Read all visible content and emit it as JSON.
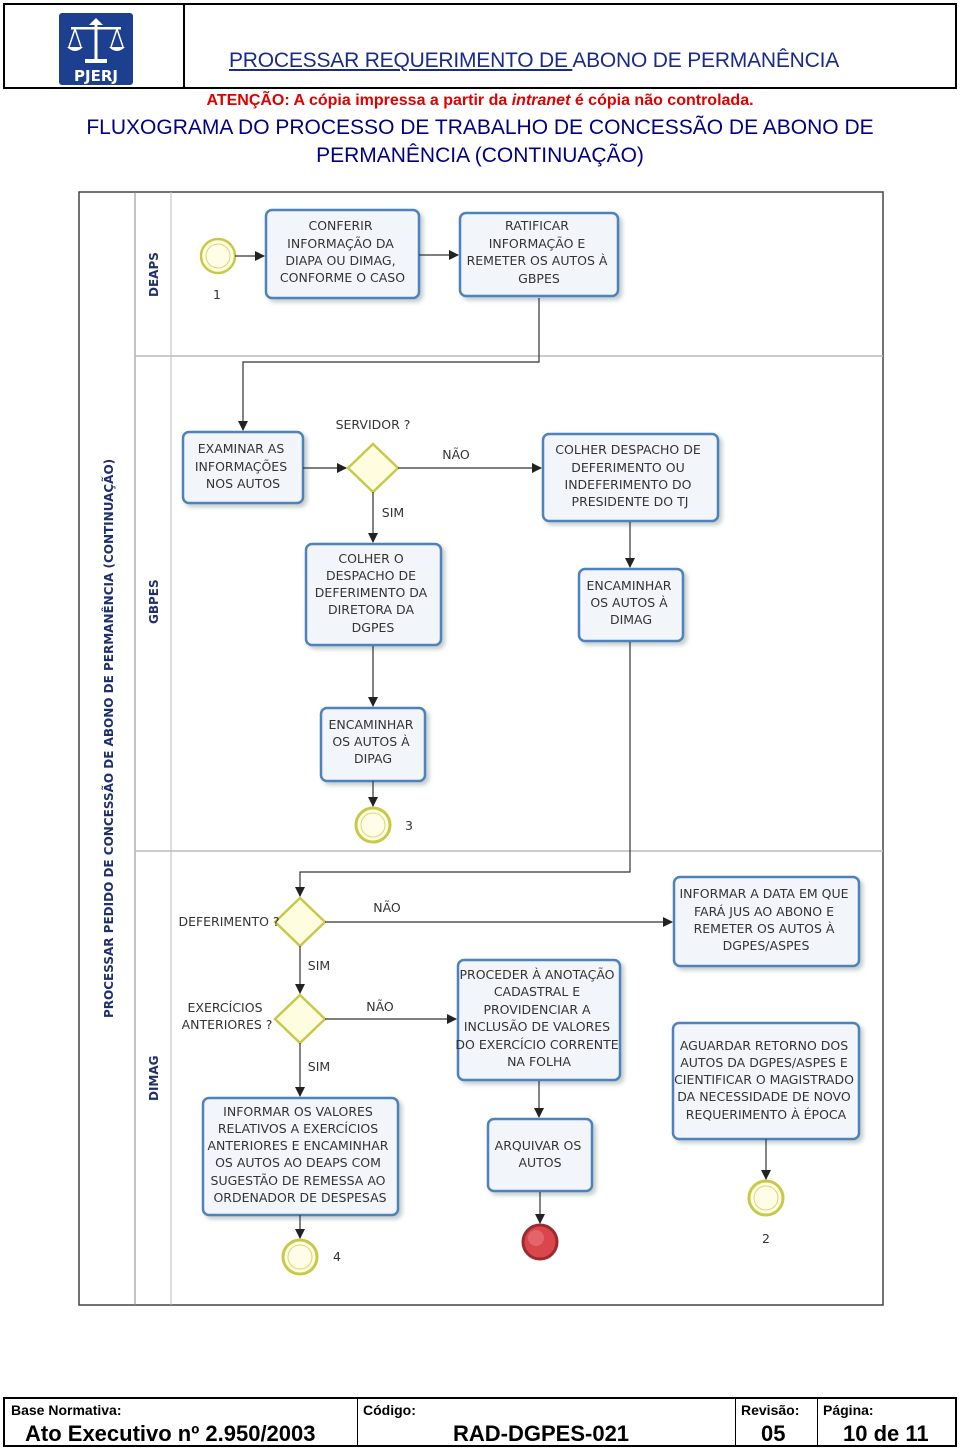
{
  "header": {
    "logo_text": "PJERJ",
    "title_underlined": "PROCESSAR REQUERIMENTO DE ",
    "title_rest": "ABONO DE PERMANÊNCIA"
  },
  "attention": {
    "part1": "ATENÇÃO: A cópia impressa a partir da ",
    "italic": "intranet",
    "part2": " é cópia não controlada."
  },
  "flowchart_title": {
    "line1": "FLUXOGRAMA DO PROCESSO DE TRABALHO DE CONCESSÃO DE ABONO DE",
    "line2": "PERMANÊNCIA (CONTINUAÇÃO)"
  },
  "pool": {
    "title": "PROCESSAR PEDIDO DE CONCESSÃO DE ABONO DE PERMANÊNCIA (CONTINUAÇÃO)",
    "lanes": [
      "DEAPS",
      "GBPES",
      "DIMAG"
    ]
  },
  "tasks": {
    "conferir": [
      "CONFERIR",
      "INFORMAÇÃO DA",
      "DIAPA OU DIMAG,",
      "CONFORME O CASO"
    ],
    "ratificar": [
      "RATIFICAR",
      "INFORMAÇÃO E",
      "REMETER OS AUTOS À",
      "GBPES"
    ],
    "examinar": [
      "EXAMINAR AS",
      "INFORMAÇÕES",
      "NOS AUTOS"
    ],
    "colher_indeferimento": [
      "COLHER DESPACHO DE",
      "DEFERIMENTO OU",
      "INDEFERIMENTO DO",
      "PRESIDENTE DO TJ"
    ],
    "colher_diretora": [
      "COLHER O",
      "DESPACHO DE",
      "DEFERIMENTO DA",
      "DIRETORA DA",
      "DGPES"
    ],
    "encaminhar_dimag": [
      "ENCAMINHAR",
      "OS AUTOS À",
      "DIMAG"
    ],
    "encaminhar_dipag": [
      "ENCAMINHAR",
      "OS AUTOS À",
      "DIPAG"
    ],
    "informar_data": [
      "INFORMAR A DATA EM QUE",
      "FARÁ JUS AO ABONO E",
      "REMETER OS AUTOS À",
      "DGPES/ASPES"
    ],
    "proceder": [
      "PROCEDER À ANOTAÇÃO",
      "CADASTRAL E",
      "PROVIDENCIAR A",
      "INCLUSÃO DE VALORES",
      "DO EXERCÍCIO CORRENTE",
      "NA FOLHA"
    ],
    "aguardar": [
      "AGUARDAR RETORNO DOS",
      "AUTOS DA DGPES/ASPES E",
      "CIENTIFICAR O MAGISTRADO",
      "DA NECESSIDADE  DE NOVO",
      "REQUERIMENTO À ÉPOCA"
    ],
    "informar_valores": [
      "INFORMAR OS VALORES",
      "RELATIVOS A  EXERCÍCIOS",
      "ANTERIORES E ENCAMINHAR",
      "OS AUTOS AO DEAPS COM",
      "SUGESTÃO DE REMESSA AO",
      "ORDENADOR DE DESPESAS"
    ],
    "arquivar": [
      "ARQUIVAR OS",
      "AUTOS"
    ]
  },
  "gateways": {
    "servidor": "SERVIDOR ?",
    "deferimento": "DEFERIMENTO ?",
    "exercicios": [
      "EXERCÍCIOS",
      "ANTERIORES ?"
    ]
  },
  "flow_labels": {
    "nao": "NÃO",
    "sim": "SIM"
  },
  "event_labels": {
    "start": "1",
    "end_3": "3",
    "end_4": "4",
    "end_2": "2"
  },
  "footer": {
    "base_label": "Base Normativa:",
    "base_value": "Ato Executivo nº 2.950/2003",
    "codigo_label": "Código:",
    "codigo_value": "RAD-DGPES-021",
    "revisao_label": "Revisão:",
    "revisao_value": "05",
    "pagina_label": "Página:",
    "pagina_value": "10 de 11"
  },
  "colors": {
    "title_blue": "#1a2a8a",
    "attention_red": "#e00000",
    "box_border": "#4f81bd",
    "box_fill": "#f2f6fb",
    "gateway_border": "#c8c84a",
    "gateway_fill": "#fffde0",
    "end_fill": "#d9464b"
  }
}
